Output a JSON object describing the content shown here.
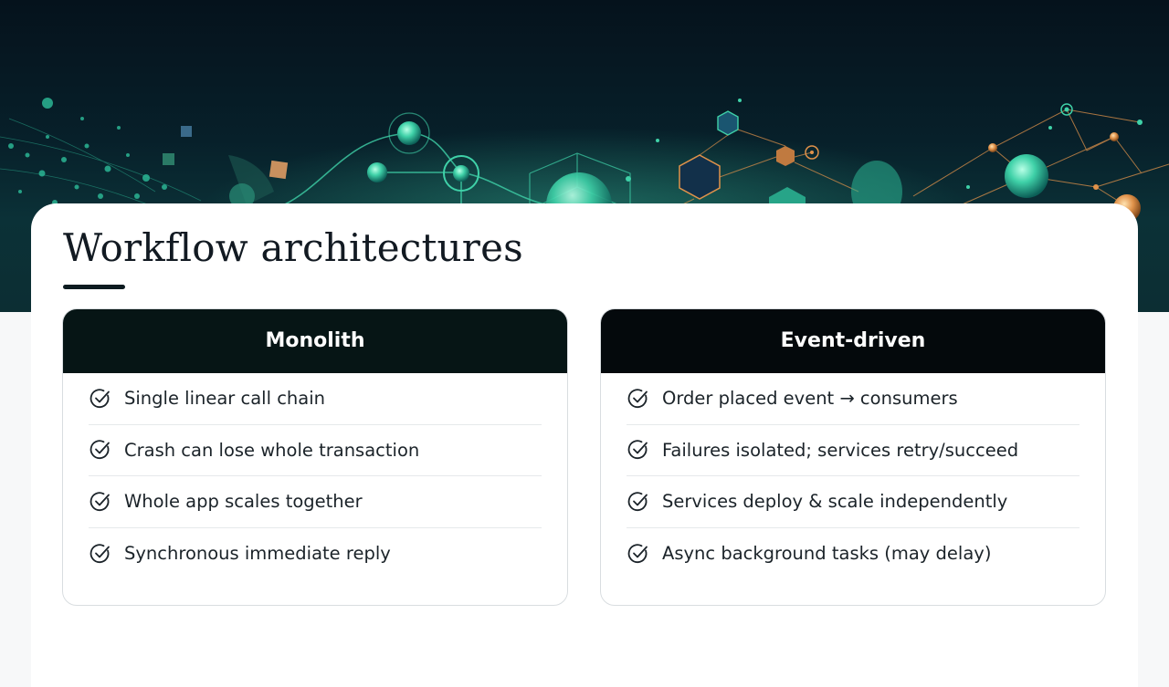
{
  "slide": {
    "title": "Workflow architectures"
  },
  "panels": [
    {
      "heading": "Monolith",
      "items": [
        "Single linear call chain",
        "Crash can lose whole transaction",
        "Whole app scales together",
        "Synchronous immediate reply"
      ]
    },
    {
      "heading": "Event-driven",
      "items": [
        "Order placed event → consumers",
        "Failures isolated; services retry/succeed",
        "Services deploy & scale independently",
        "Async background tasks (may delay)"
      ]
    }
  ],
  "icons": {
    "item": "check-circle-icon",
    "hero": "network-graph-illustration"
  },
  "colors": {
    "header_bg": "#061515",
    "accent_teal": "#3fd1a8",
    "accent_orange": "#e0924a",
    "text": "#1b2329"
  }
}
